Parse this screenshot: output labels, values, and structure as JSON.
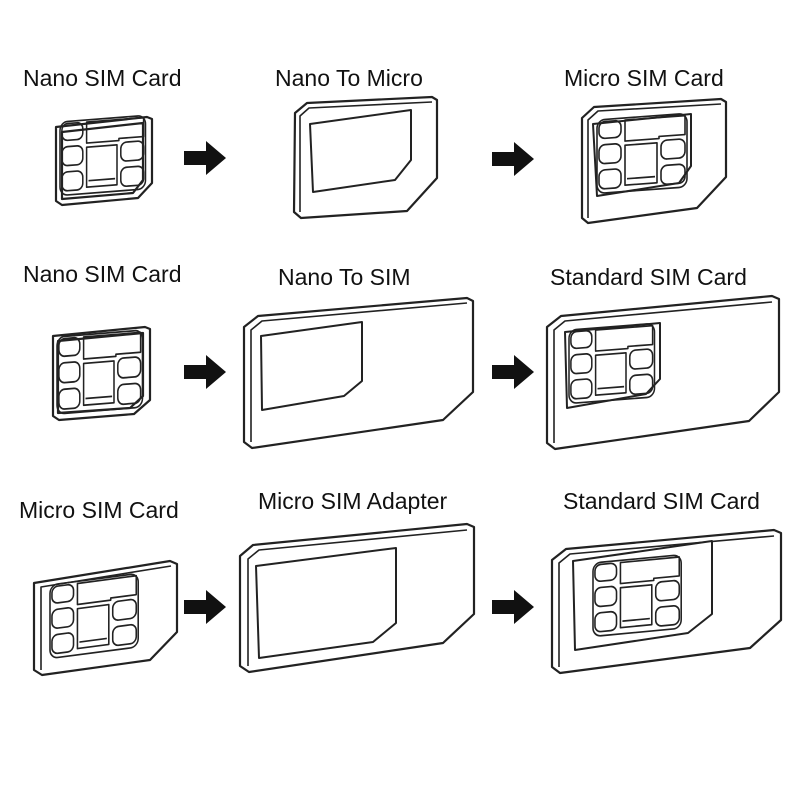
{
  "colors": {
    "line": "#222222",
    "arrow": "#111111",
    "background": "#ffffff"
  },
  "rows": [
    {
      "items": [
        {
          "label": "Nano SIM Card",
          "kind": "nano-card"
        },
        {
          "label": "Nano To Micro",
          "kind": "adapter"
        },
        {
          "label": "Micro SIM Card",
          "kind": "assembled-card"
        }
      ]
    },
    {
      "items": [
        {
          "label": "Nano SIM Card",
          "kind": "nano-card"
        },
        {
          "label": "Nano To SIM",
          "kind": "adapter"
        },
        {
          "label": "Standard SIM Card",
          "kind": "assembled-card"
        }
      ]
    },
    {
      "items": [
        {
          "label": "Micro SIM Card",
          "kind": "micro-card"
        },
        {
          "label": "Micro SIM Adapter",
          "kind": "adapter"
        },
        {
          "label": "Standard SIM Card",
          "kind": "assembled-card"
        }
      ]
    }
  ],
  "icons": {
    "arrow": "right-arrow-icon"
  }
}
